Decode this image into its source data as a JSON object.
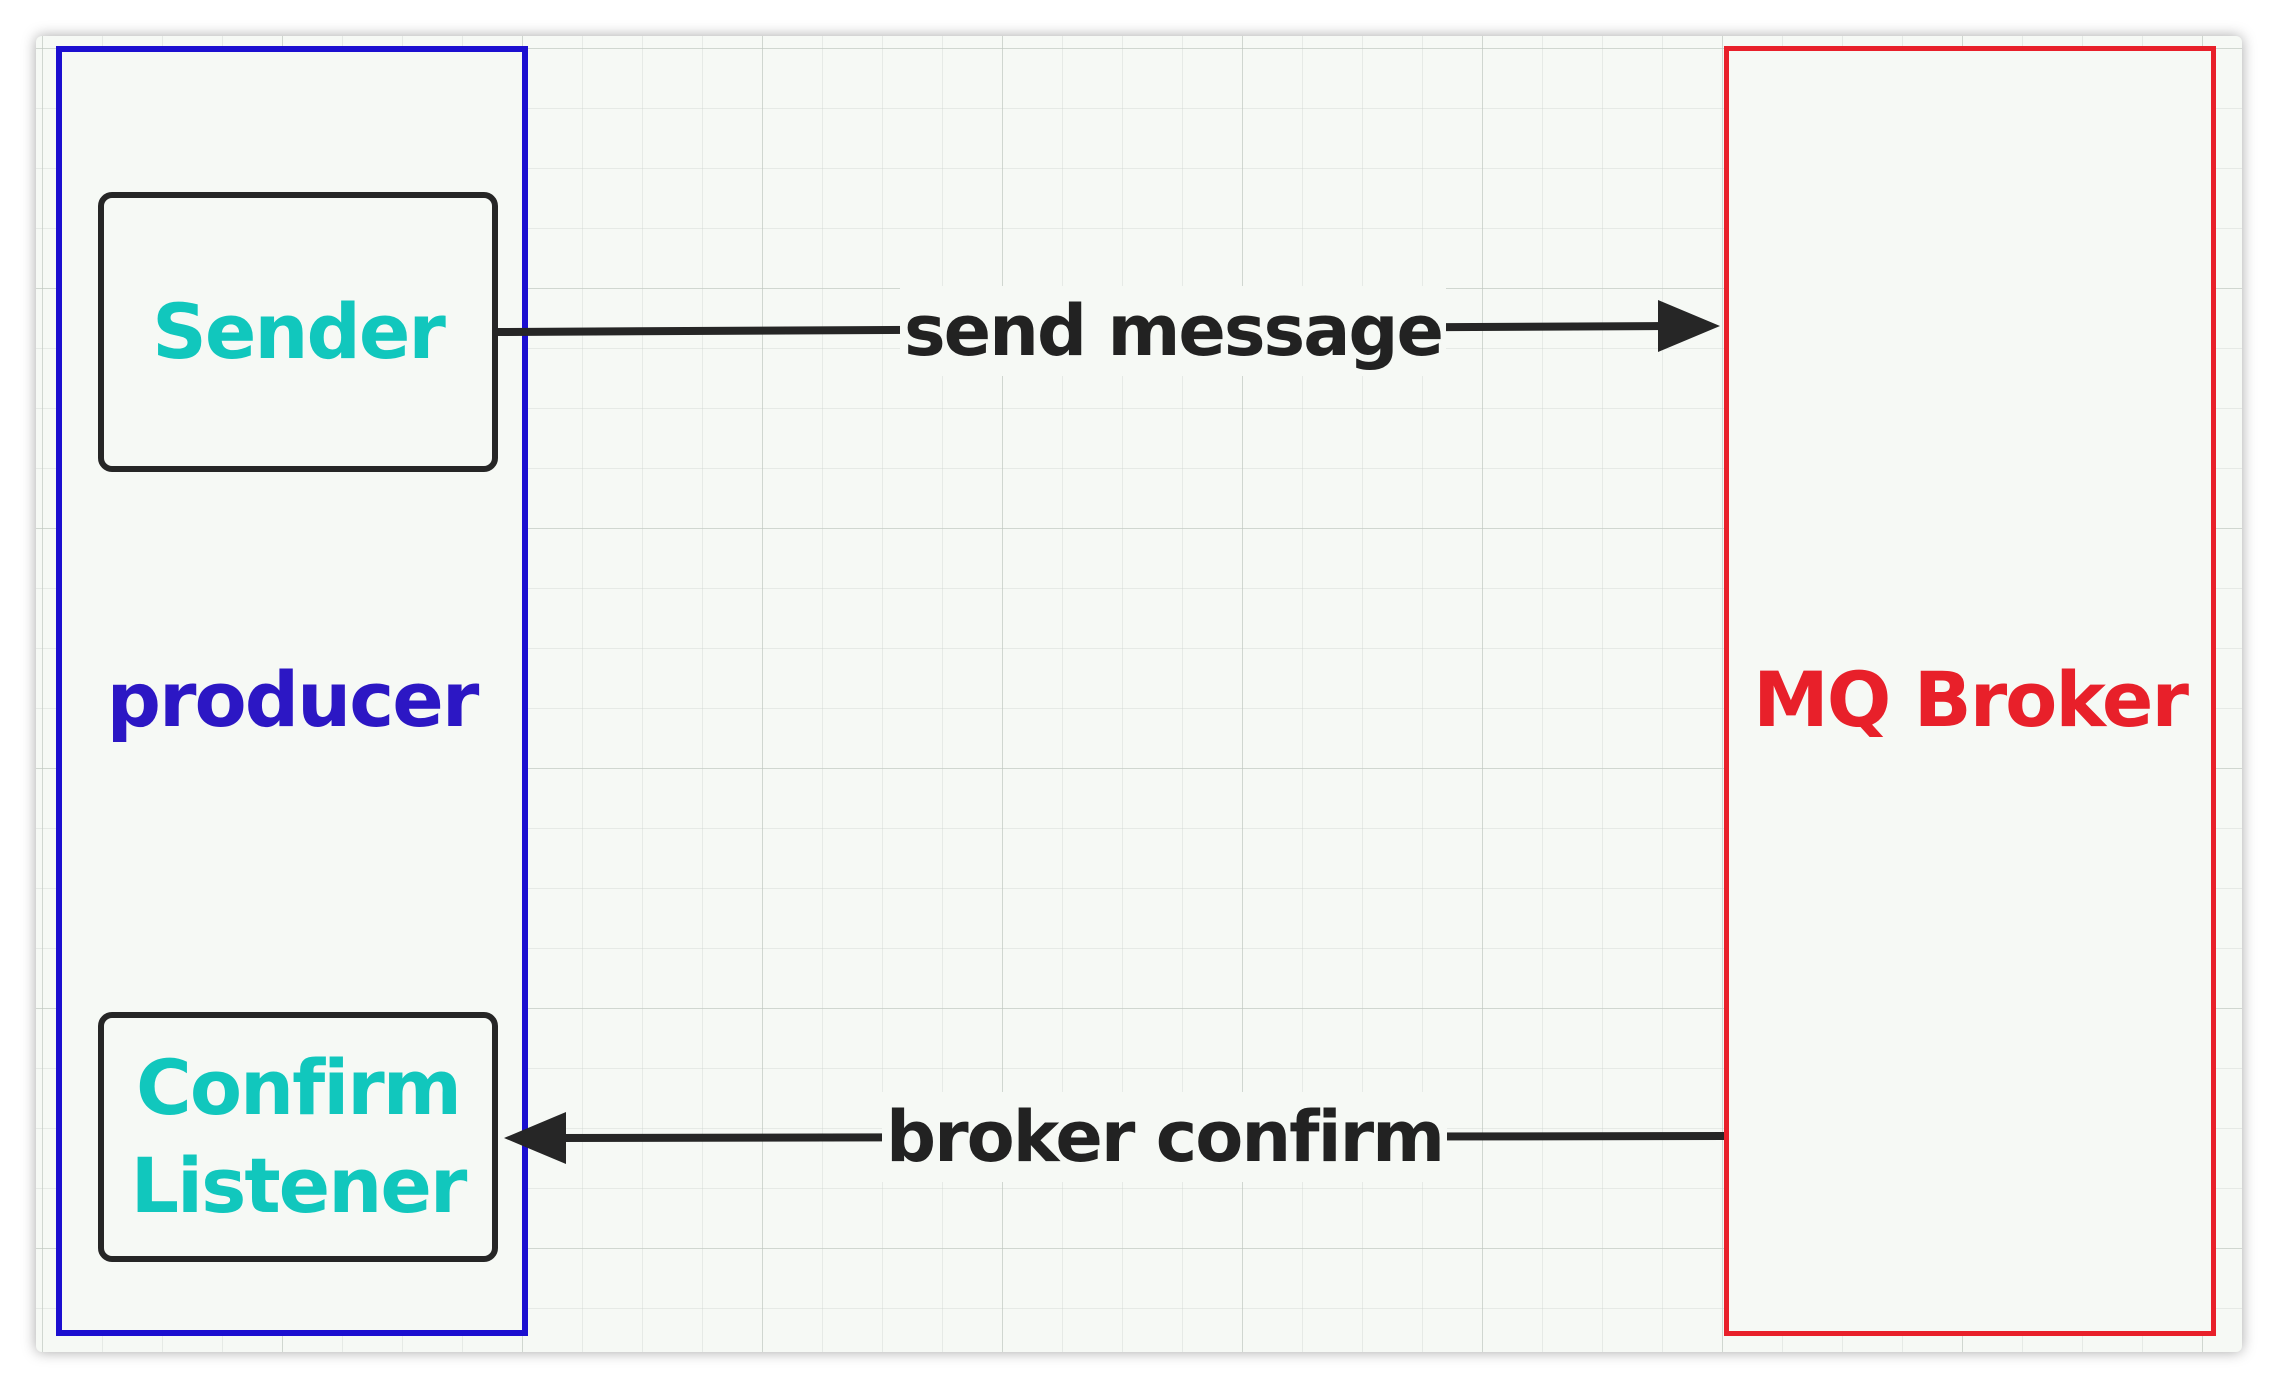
{
  "nodes": {
    "producer": {
      "label": "producer"
    },
    "sender": {
      "label": "Sender"
    },
    "confirm_listener": {
      "line1": "Confirm",
      "line2": "Listener"
    },
    "broker": {
      "label": "MQ Broker"
    }
  },
  "edges": {
    "send": {
      "label": "send message"
    },
    "confirm": {
      "label": "broker confirm"
    }
  },
  "colors": {
    "producer_border": "#1c0fd0",
    "broker_border": "#e8202a",
    "component_text": "#11c7bd",
    "arrow": "#262626"
  }
}
